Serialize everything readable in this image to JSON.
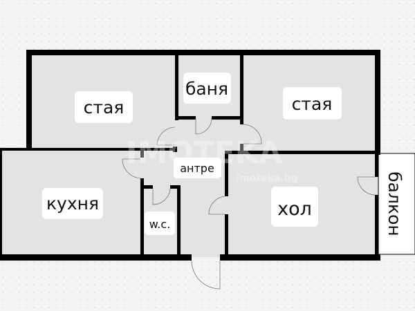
{
  "floor_plan": {
    "rooms": [
      {
        "id": "room-1",
        "label": "стая"
      },
      {
        "id": "bathroom",
        "label": "баня"
      },
      {
        "id": "room-2",
        "label": "стая"
      },
      {
        "id": "hallway",
        "label": "антре"
      },
      {
        "id": "kitchen",
        "label": "кухня"
      },
      {
        "id": "wc",
        "label": "w.c."
      },
      {
        "id": "living-room",
        "label": "хол"
      },
      {
        "id": "balcony",
        "label": "балкон"
      }
    ],
    "watermark": {
      "brand": "IMOTEKA",
      "site": "imoteka.bg"
    }
  },
  "colors": {
    "background": "#f3f3f3",
    "room_fill": "#e3e3e3",
    "wall": "#000000",
    "label_bg": "#ffffff",
    "balcony_fill": "#ffffff"
  }
}
